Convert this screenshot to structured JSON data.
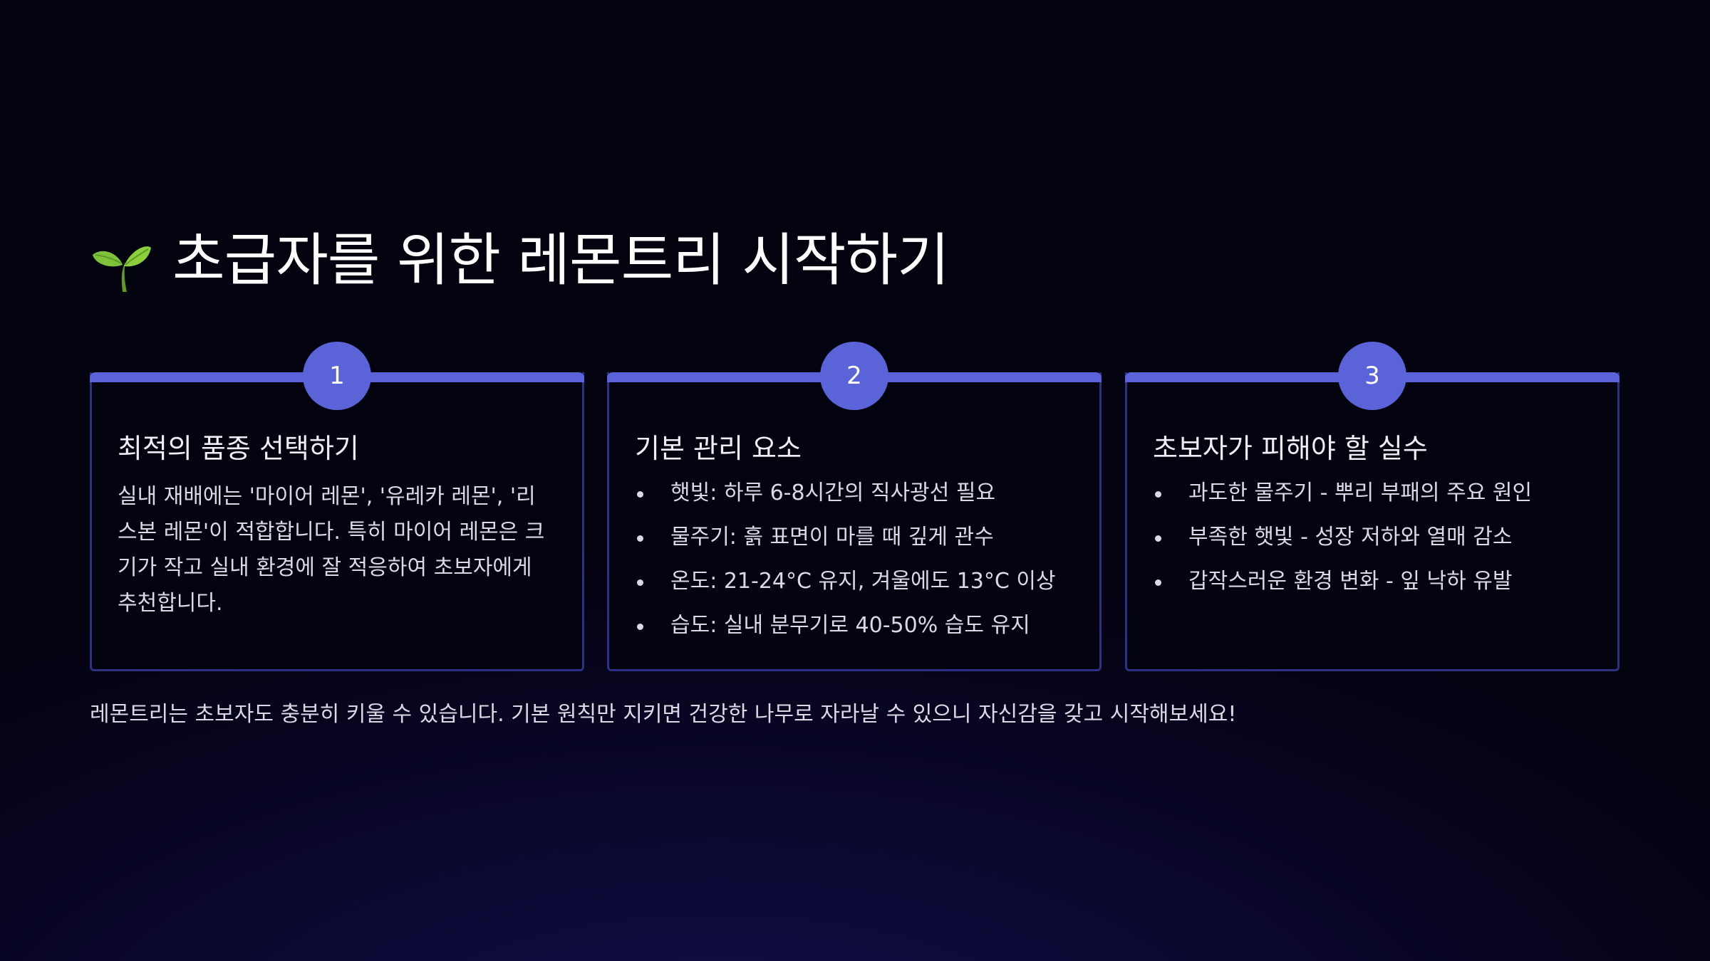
{
  "slide": {
    "title": "초급자를 위한 레몬트리 시작하기",
    "title_icon": "seedling-icon",
    "accent_color": "#5a64d8",
    "background_color": "#03020f"
  },
  "cards": [
    {
      "number": "1",
      "title": "최적의 품종 선택하기",
      "text": "실내 재배에는 '마이어 레몬', '유레카 레몬', '리스본 레몬'이 적합합니다. 특히 마이어 레몬은 크기가 작고 실내 환경에 잘 적응하여 초보자에게 추천합니다."
    },
    {
      "number": "2",
      "title": "기본 관리 요소",
      "items": [
        "햇빛: 하루 6-8시간의 직사광선 필요",
        "물주기: 흙 표면이 마를 때 깊게 관수",
        "온도: 21-24°C 유지, 겨울에도 13°C 이상",
        "습도: 실내 분무기로 40-50% 습도 유지"
      ]
    },
    {
      "number": "3",
      "title": "초보자가 피해야 할 실수",
      "items": [
        "과도한 물주기 - 뿌리 부패의 주요 원인",
        "부족한 햇빛 - 성장 저하와 열매 감소",
        "갑작스러운 환경 변화 - 잎 낙하 유발"
      ]
    }
  ],
  "footer": {
    "text": "레몬트리는 초보자도 충분히 키울 수 있습니다. 기본 원칙만 지키면 건강한 나무로 자라날 수 있으니 자신감을 갖고 시작해보세요!"
  }
}
